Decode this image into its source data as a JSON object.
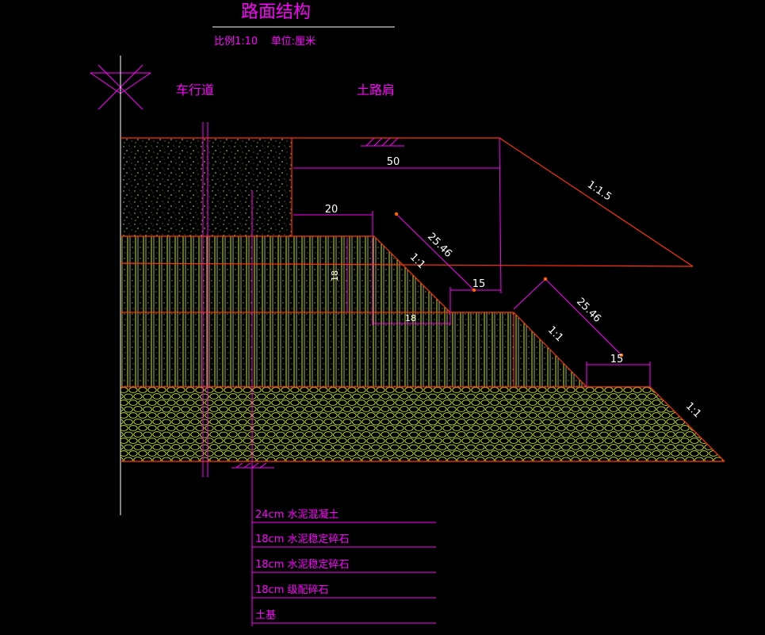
{
  "title": "路面结构",
  "subtitle": "比例1:10    单位:厘米",
  "labels": {
    "carriageway": "车行道",
    "shoulder": "土路肩"
  },
  "dimensions": {
    "d50": "50",
    "d20": "20",
    "d15_upper": "15",
    "d15_lower": "15",
    "d18_vertical": "18",
    "d18_horizontal": "18",
    "d2546_upper": "25.46",
    "d2546_lower": "25.46"
  },
  "slopes": {
    "s115": "1:1.5",
    "s11_upper": "1:1",
    "s11_middle": "1:1",
    "s11_lower": "1:1"
  },
  "legend": [
    "24cm 水泥混凝土",
    "18cm 水泥稳定碎石",
    "18cm 水泥稳定碎石",
    "18cm 级配碎石",
    "土基"
  ],
  "colors": {
    "background": "#000000",
    "outline": "#ff3300",
    "dimension": "#ff00ff",
    "hatch": "#c8e632",
    "text": "#ff00ff",
    "white": "#ffffff"
  }
}
